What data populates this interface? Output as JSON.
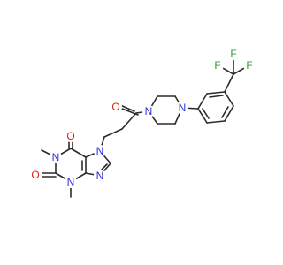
{
  "molecule": {
    "atoms": {
      "o_upper": "O",
      "o_lower": "O",
      "o_ketone": "O",
      "n1": "N",
      "n3": "N",
      "n7": "N",
      "n9": "N",
      "n_amide": "N",
      "n_aryl": "N",
      "f1": "F",
      "f2": "F",
      "f3": "F"
    }
  },
  "colors": {
    "bond": "#2b2b2b",
    "oxygen": "#e0201a",
    "nitrogen": "#2c2cd6",
    "fluorine": "#2e9e2e",
    "background": "#ffffff"
  }
}
